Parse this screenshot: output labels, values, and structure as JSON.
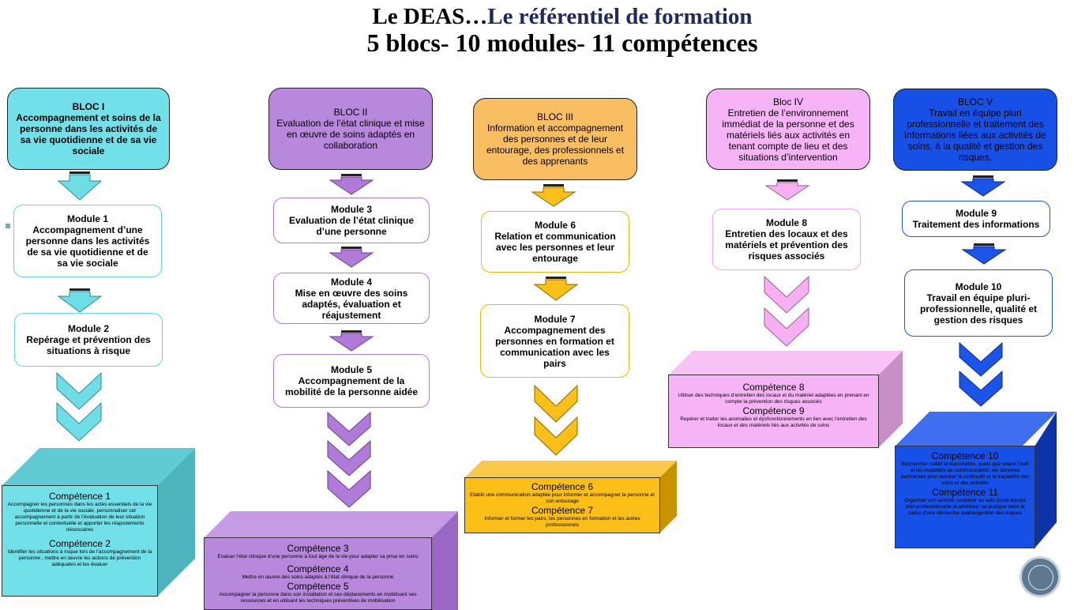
{
  "title": {
    "part1": "Le DEAS…",
    "part2": "Le référentiel de formation",
    "line2": "5 blocs- 10 modules- 11 compétences"
  },
  "blocs": [
    {
      "title": "BLOC I",
      "desc": "Accompagnement et soins de la personne dans les activités de sa vie quotidienne et de sa vie sociale"
    },
    {
      "title": "BLOC II",
      "desc": "Evaluation de l’état clinique et mise en œuvre de soins adaptés en collaboration"
    },
    {
      "title": "BLOC III",
      "desc": "Information et accompagnement des personnes et de leur entourage, des professionnels et des apprenants"
    },
    {
      "title": "Bloc IV",
      "desc": "Entretien de l’environnement immédiat de la personne et des matériels liés aux activités en tenant compte de lieu et des situations d’intervention"
    },
    {
      "title": "BLOC V",
      "desc": "Travail en équipe pluri professionnelle et traitement des informations liées aux activités de soins, à la qualité et gestion des risques."
    }
  ],
  "modules": [
    {
      "num": "Module  1",
      "name": "Accompagnement d’une personne dans les activités de sa vie quotidienne et de sa vie sociale"
    },
    {
      "num": "Module 2",
      "name": "Repérage et prévention des situations à risque"
    },
    {
      "num": "Module  3",
      "name": "Evaluation de l’état clinique d’une personne"
    },
    {
      "num": "Module  4",
      "name": "Mise en œuvre des soins adaptés, évaluation et réajustement"
    },
    {
      "num": "Module 5",
      "name": "Accompagnement de la mobilité de la personne aidée"
    },
    {
      "num": "Module   6",
      "name": "Relation et communication avec les personnes et leur entourage"
    },
    {
      "num": "Module 7",
      "name": "Accompagnement des personnes en formation et communication avec les pairs"
    },
    {
      "num": "Module  8",
      "name": "Entretien des locaux et des matériels et prévention des risques associés"
    },
    {
      "num": "Module  9",
      "name": "Traitement des informations"
    },
    {
      "num": "Module  10",
      "name": "Travail en équipe pluri-professionnelle, qualité et gestion des risques"
    }
  ],
  "competences": [
    {
      "title": "Compétence 1",
      "desc": "Accompagner les personnes dans les actes essentiels de la vie quotidienne et de la vie sociale, personnaliser cet accompagnement à partir de l’évaluation de leur situation personnelle et contextuelle et apporter les réajustements nécessaires"
    },
    {
      "title": "Compétence 2",
      "desc": "Identifier les situations à risque lors de l’accompagnement de la personne ,  mettre en œuvre les actions de prévention adéquates et les évaluer"
    },
    {
      "title": "Compétence 3",
      "desc": "Evaluer l’état clinique d’une personne à tout âge de la vie pour adapter sa prise en soins"
    },
    {
      "title": "Compétence 4",
      "desc": "Mettre en œuvre des soins adaptés à l’état clinique de la personne"
    },
    {
      "title": "Compétence 5",
      "desc": "Accompagner la personne dans son installation et ses déplacements en mobilisant ses ressources et en utilisant les techniques préventives de mobilisation"
    },
    {
      "title": "Compétence 6",
      "desc": "Etablir une communication adaptée pour informer et accompagner la personne et son entourage"
    },
    {
      "title": "Compétence 7",
      "desc": "Informer et former les pairs, les personnes en formation et les autres professionnels"
    },
    {
      "title": "Compétence 8",
      "desc": "Utiliser des techniques d’entretien des locaux et du matériel adaptées en prenant en compte la prévention des risques associés"
    },
    {
      "title": "Compétence 9",
      "desc": "Repérer et traiter les anomalies et dysfonctionnements en lien avec l’entretien des locaux et des matériels liés aux activités de soins"
    },
    {
      "title": "Compétence 10",
      "desc": "Rechercher traiter et transmettre, quels que soient l’outil et les modalités de communication, les données pertinentes pour assurer la continuité et la traçabilité des soins et des activités"
    },
    {
      "title": "Compétence 11",
      "desc": "Organiser son activité, coopérer au sein d’une équipe pluri-professionnelle et améliorer sa pratique dans le cadre d’une démarche qualité/gestion des risques"
    }
  ],
  "colors": {
    "bloc1": "#72e0e8",
    "bloc2": "#b788dc",
    "bloc3": "#f9bd62",
    "bloc4": "#f6b3f6",
    "bloc5": "#1650e6",
    "arrow1": "#6edde5",
    "arrow2": "#b07ad8",
    "arrow3": "#fbbf17",
    "arrow4": "#f6b0f2",
    "arrow5": "#1a54e8"
  }
}
